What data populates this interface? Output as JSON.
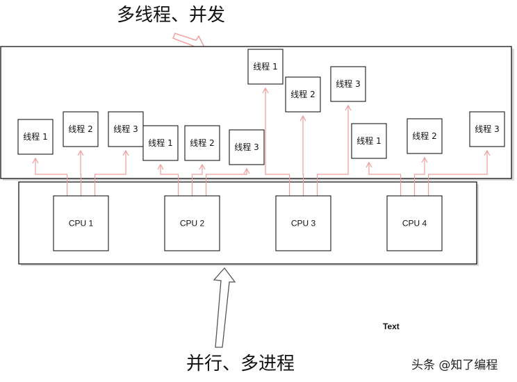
{
  "title_top": "多线程、并发",
  "title_bottom": "并行、多进程",
  "text_label": "Text",
  "watermark": "头条 @知了编程",
  "colors": {
    "connector": "#f19c9c",
    "arrow_top": "#f2a0a0",
    "arrow_bottom": "#555555"
  },
  "cpus": [
    {
      "label": "CPU 1",
      "threads": [
        "线程 1",
        "线程 2",
        "线程 3"
      ]
    },
    {
      "label": "CPU 2",
      "threads": [
        "线程 1",
        "线程 2",
        "线程 3"
      ]
    },
    {
      "label": "CPU 3",
      "threads": [
        "线程 1",
        "线程 2",
        "线程 3"
      ]
    },
    {
      "label": "CPU 4",
      "threads": [
        "线程 1",
        "线程 2",
        "线程 3"
      ]
    }
  ]
}
